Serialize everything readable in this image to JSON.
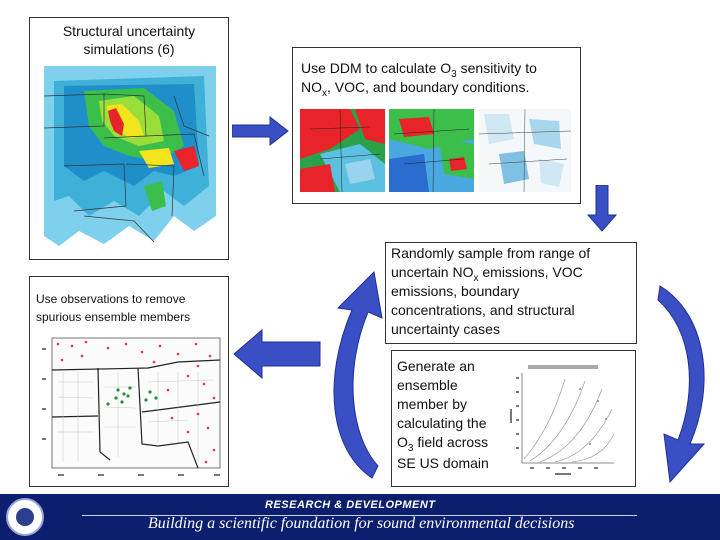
{
  "boxes": {
    "structural": {
      "line1": "Structural uncertainty",
      "line2": "simulations (6)"
    },
    "ddm": {
      "line1_pre": "Use DDM to calculate O",
      "line1_sub": "3",
      "line1_post": " sensitivity to",
      "line2_pre": "NO",
      "line2_sub": "x",
      "line2_post": ", VOC, and boundary conditions."
    },
    "sample": {
      "line1": "Randomly sample from range of",
      "line2_pre": "uncertain NO",
      "line2_sub": "x",
      "line2_post": " emissions, VOC",
      "line3": "emissions, boundary",
      "line4": "concentrations, and structural",
      "line5": "uncertainty cases"
    },
    "generate": {
      "line1": "Generate an",
      "line2": "ensemble",
      "line3": "member by",
      "line4": "calculating the",
      "line5_pre": "O",
      "line5_sub": "3",
      "line5_post": " field across",
      "line6": "SE US domain"
    },
    "observations": {
      "line1": "Use observations to remove",
      "line2": "spurious ensemble members"
    }
  },
  "footer": {
    "title": "RESEARCH & DEVELOPMENT",
    "subtitle": "Building a scientific foundation for sound environmental decisions"
  },
  "colors": {
    "arrow_blue": "#3a4fc4",
    "arrow_dark": "#1f2f9a",
    "footer_bg": "#0b1f6e"
  }
}
